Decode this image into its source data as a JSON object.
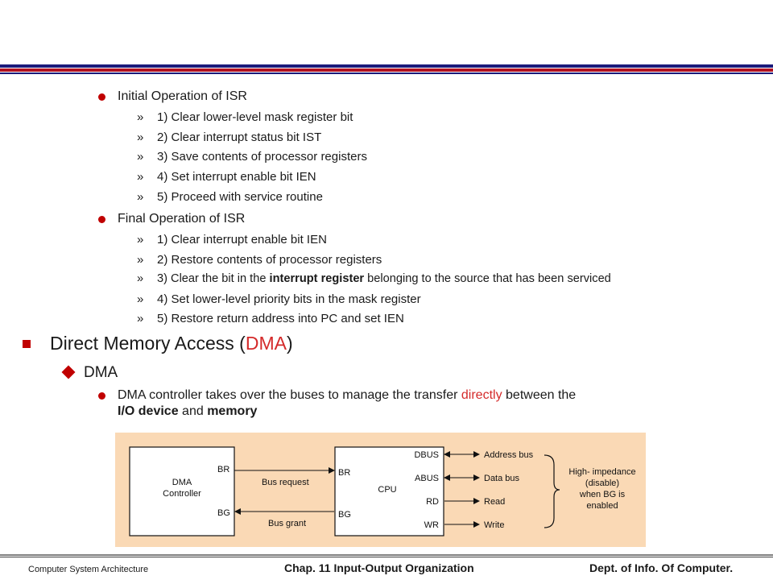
{
  "colors": {
    "bullet": "#c00000",
    "emphasis": "#d42a2a",
    "rule_red": "#b01020",
    "rule_blue": "#1a1a7a",
    "figure_bg": "#fad9b5"
  },
  "isr": {
    "initial_heading": "Initial Operation of ISR",
    "initial_steps": [
      "1) Clear lower-level mask register bit",
      "2) Clear interrupt status bit IST",
      "3) Save contents of processor registers",
      "4) Set interrupt enable bit IEN",
      "5) Proceed with service routine"
    ],
    "final_heading": "Final Operation of ISR",
    "final_steps": [
      "1) Clear interrupt enable bit IEN",
      "2) Restore contents of processor registers",
      {
        "before": "3) Clear the bit in the ",
        "bold": "interrupt register",
        "after": " belonging to the source that has been serviced"
      },
      "4) Set lower-level priority bits in the mask register",
      "5) Restore return address into PC and set IEN"
    ],
    "bullet_glyph": "»"
  },
  "dma": {
    "heading_before": "Direct Memory Access (",
    "heading_red": "DMA",
    "heading_after": ")",
    "subheading": "DMA",
    "desc_before": "DMA controller takes over the buses to manage the transfer ",
    "desc_red": "directly",
    "desc_mid": " between the ",
    "desc_bold1": "I/O device",
    "desc_and": " and ",
    "desc_bold2": "memory"
  },
  "diagram": {
    "dma_box_label_1": "DMA",
    "dma_box_label_2": "Controller",
    "dma_br": "BR",
    "dma_bg": "BG",
    "bus_request": "Bus request",
    "bus_grant": "Bus grant",
    "cpu_br": "BR",
    "cpu_label": "CPU",
    "cpu_bg": "BG",
    "pins": [
      "DBUS",
      "ABUS",
      "RD",
      "WR"
    ],
    "bus_labels": [
      "Address bus",
      "Data bus",
      "Read",
      "Write"
    ],
    "note": [
      "High- impedance",
      "(disable)",
      "when BG is",
      "enabled"
    ]
  },
  "footer": {
    "left": "Computer System Architecture",
    "middle": "Chap. 11  Input-Output Organization",
    "right": "Dept. of  Info. Of  Computer."
  }
}
